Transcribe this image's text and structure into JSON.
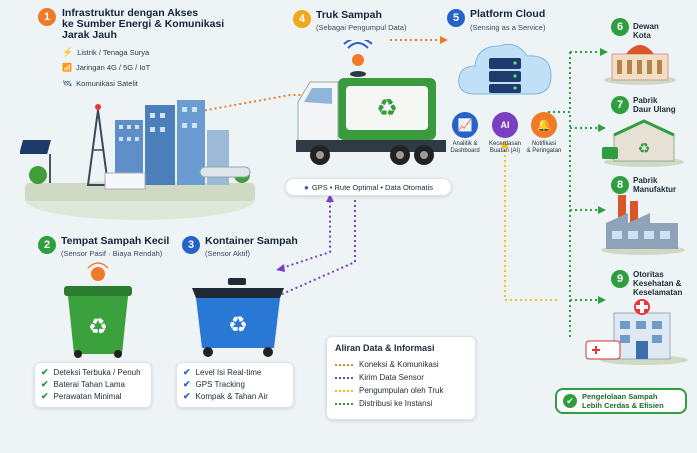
{
  "items": {
    "infra": {
      "num": "1",
      "title_1": "Infrastruktur dengan Akses",
      "title_2": "ke Sumber Energi & Komunikasi",
      "title_3": "Jarak Jauh",
      "features": [
        "Listrik / Tenaga Surya",
        "Jaringan 4G / 5G / IoT",
        "Komunikasi Satelit"
      ]
    },
    "truck": {
      "num": "4",
      "title": "Truk Sampah",
      "subtitle": "(Sebagai Pengumpul Data)",
      "pill": "GPS • Rute Optimal • Data Otomatis"
    },
    "cloud": {
      "num": "5",
      "title": "Platform Cloud",
      "subtitle": "(Sensing as a Service)",
      "services": [
        {
          "l1": "Analitik &",
          "l2": "Dashboard"
        },
        {
          "l1": "Kecerdasan",
          "l2": "Buatan (AI)"
        },
        {
          "l1": "Notifikasi",
          "l2": "& Peringatan"
        }
      ]
    },
    "bin_small": {
      "num": "2",
      "title": "Tempat Sampah Kecil",
      "subtitle": "(Sensor Pasif · Biaya Rendah)",
      "features": [
        "Deteksi Terbuka / Penuh",
        "Baterai Tahan Lama",
        "Perawatan Minimal"
      ]
    },
    "container": {
      "num": "3",
      "title": "Kontainer Sampah",
      "subtitle": "(Sensor Aktif)",
      "features": [
        "Level Isi Real-time",
        "GPS Tracking",
        "Kompak & Tahan Air"
      ]
    },
    "city_hall": {
      "num": "6",
      "l1": "Dewan",
      "l2": "Kota"
    },
    "recycling": {
      "num": "7",
      "l1": "Pabrik",
      "l2": "Daur Ulang"
    },
    "factory": {
      "num": "8",
      "l1": "Pabrik",
      "l2": "Manufaktur"
    },
    "health": {
      "num": "9",
      "l1": "Otoritas",
      "l2": "Kesehatan &",
      "l3": "Keselamatan"
    }
  },
  "legend": {
    "title": "Aliran Data & Informasi",
    "rows": [
      {
        "label": "Koneksi & Komunikasi",
        "color": "#f07a2a"
      },
      {
        "label": "Kirim Data Sensor",
        "color": "#7b3fc2"
      },
      {
        "label": "Pengumpulan oleh Truk",
        "color": "#f2c21b"
      },
      {
        "label": "Distribusi ke Instansi",
        "color": "#2e9e3e"
      }
    ]
  },
  "badge": {
    "line1": "Pengelolaan Sampah",
    "line2": "Lebih Cerdas & Efisien"
  },
  "colors": {
    "orange": "#f07a2a",
    "green": "#2e9e3e",
    "blue": "#2563c9",
    "purple": "#7b3fc2",
    "yellow": "#f2c21b"
  }
}
